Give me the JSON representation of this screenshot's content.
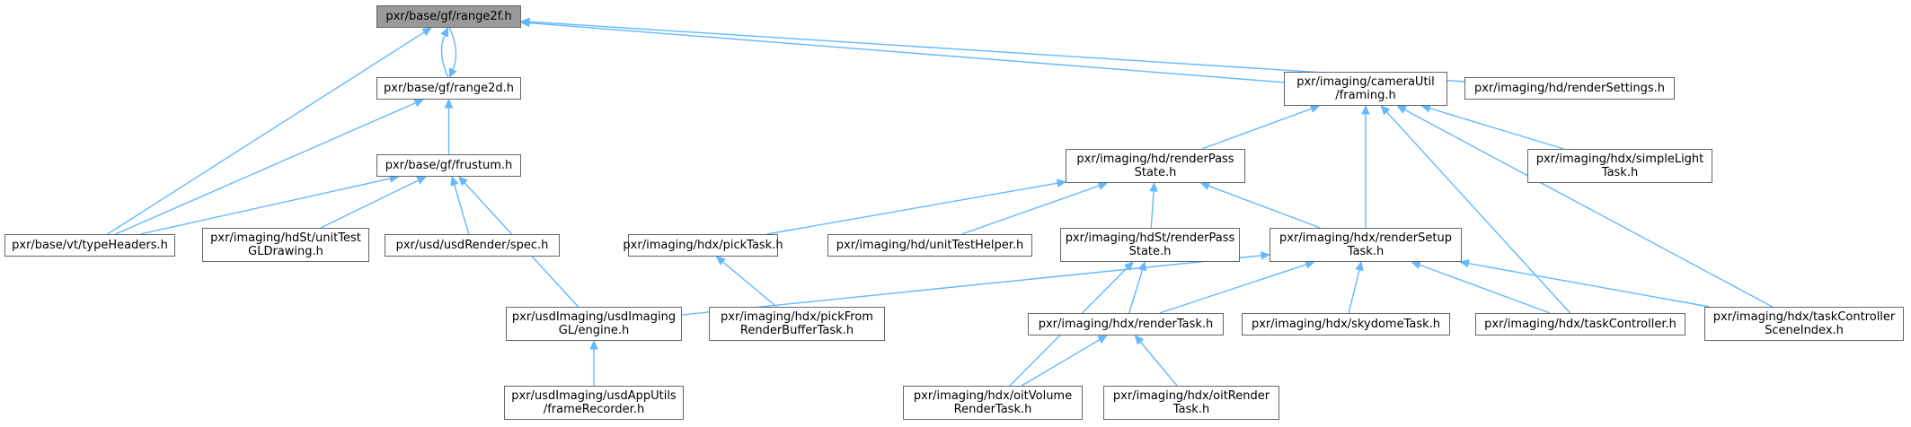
{
  "diagram": {
    "type": "include-dependency-graph",
    "colors": {
      "root_fill": "#999999",
      "node_border": "#666666",
      "edge": "#63b8ff",
      "background": "#ffffff"
    },
    "nodes": {
      "range2f": {
        "lines": [
          "pxr/base/gf/range2f.h"
        ],
        "root": true
      },
      "range2d": {
        "lines": [
          "pxr/base/gf/range2d.h"
        ]
      },
      "framing": {
        "lines": [
          "pxr/imaging/cameraUtil",
          "/framing.h"
        ]
      },
      "renderSettings": {
        "lines": [
          "pxr/imaging/hd/renderSettings.h"
        ]
      },
      "frustum": {
        "lines": [
          "pxr/base/gf/frustum.h"
        ]
      },
      "hdRenderPassState": {
        "lines": [
          "pxr/imaging/hd/renderPass",
          "State.h"
        ]
      },
      "simpleLightTask": {
        "lines": [
          "pxr/imaging/hdx/simpleLight",
          "Task.h"
        ]
      },
      "typeHeaders": {
        "lines": [
          "pxr/base/vt/typeHeaders.h"
        ]
      },
      "unitTestGLDrawing": {
        "lines": [
          "pxr/imaging/hdSt/unitTest",
          "GLDrawing.h"
        ]
      },
      "usdRenderSpec": {
        "lines": [
          "pxr/usd/usdRender/spec.h"
        ]
      },
      "pickTask": {
        "lines": [
          "pxr/imaging/hdx/pickTask.h"
        ]
      },
      "unitTestHelper": {
        "lines": [
          "pxr/imaging/hd/unitTestHelper.h"
        ]
      },
      "hdStRenderPassState": {
        "lines": [
          "pxr/imaging/hdSt/renderPass",
          "State.h"
        ]
      },
      "renderSetupTask": {
        "lines": [
          "pxr/imaging/hdx/renderSetup",
          "Task.h"
        ]
      },
      "usdImagingGLEngine": {
        "lines": [
          "pxr/usdImaging/usdImaging",
          "GL/engine.h"
        ]
      },
      "pickFromRenderBufferTask": {
        "lines": [
          "pxr/imaging/hdx/pickFrom",
          "RenderBufferTask.h"
        ]
      },
      "renderTask": {
        "lines": [
          "pxr/imaging/hdx/renderTask.h"
        ]
      },
      "skydomeTask": {
        "lines": [
          "pxr/imaging/hdx/skydomeTask.h"
        ]
      },
      "taskController": {
        "lines": [
          "pxr/imaging/hdx/taskController.h"
        ]
      },
      "taskControllerSceneIndex": {
        "lines": [
          "pxr/imaging/hdx/taskController",
          "SceneIndex.h"
        ]
      },
      "frameRecorder": {
        "lines": [
          "pxr/usdImaging/usdAppUtils",
          "/frameRecorder.h"
        ]
      },
      "oitVolumeRenderTask": {
        "lines": [
          "pxr/imaging/hdx/oitVolume",
          "RenderTask.h"
        ]
      },
      "oitRenderTask": {
        "lines": [
          "pxr/imaging/hdx/oitRender",
          "Task.h"
        ]
      }
    },
    "edges": [
      [
        "range2d",
        "range2f"
      ],
      [
        "range2f",
        "range2d"
      ],
      [
        "typeHeaders",
        "range2f"
      ],
      [
        "framing",
        "range2f"
      ],
      [
        "renderSettings",
        "range2f"
      ],
      [
        "typeHeaders",
        "range2d"
      ],
      [
        "frustum",
        "range2d"
      ],
      [
        "typeHeaders",
        "frustum"
      ],
      [
        "unitTestGLDrawing",
        "frustum"
      ],
      [
        "usdRenderSpec",
        "frustum"
      ],
      [
        "usdImagingGLEngine",
        "frustum"
      ],
      [
        "hdRenderPassState",
        "framing"
      ],
      [
        "renderSetupTask",
        "framing"
      ],
      [
        "taskController",
        "framing"
      ],
      [
        "simpleLightTask",
        "framing"
      ],
      [
        "taskControllerSceneIndex",
        "framing"
      ],
      [
        "pickTask",
        "hdRenderPassState"
      ],
      [
        "unitTestHelper",
        "hdRenderPassState"
      ],
      [
        "hdStRenderPassState",
        "hdRenderPassState"
      ],
      [
        "renderSetupTask",
        "hdRenderPassState"
      ],
      [
        "oitVolumeRenderTask",
        "hdStRenderPassState"
      ],
      [
        "renderTask",
        "hdStRenderPassState"
      ],
      [
        "usdImagingGLEngine",
        "renderSetupTask"
      ],
      [
        "renderTask",
        "renderSetupTask"
      ],
      [
        "skydomeTask",
        "renderSetupTask"
      ],
      [
        "taskController",
        "renderSetupTask"
      ],
      [
        "taskControllerSceneIndex",
        "renderSetupTask"
      ],
      [
        "pickFromRenderBufferTask",
        "pickTask"
      ],
      [
        "frameRecorder",
        "usdImagingGLEngine"
      ],
      [
        "oitVolumeRenderTask",
        "renderTask"
      ],
      [
        "oitRenderTask",
        "renderTask"
      ]
    ]
  }
}
